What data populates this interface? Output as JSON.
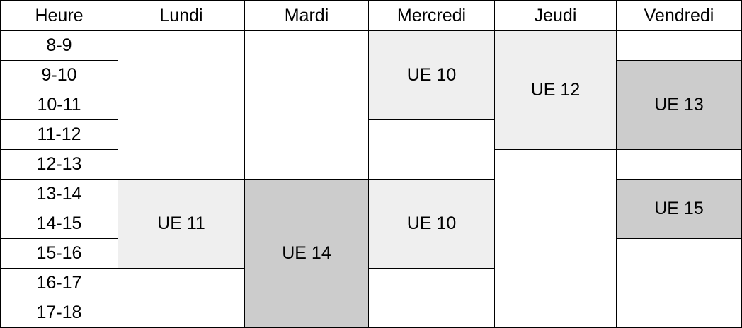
{
  "header": {
    "hour": "Heure",
    "days": [
      "Lundi",
      "Mardi",
      "Mercredi",
      "Jeudi",
      "Vendredi"
    ]
  },
  "hours": [
    "8-9",
    "9-10",
    "10-11",
    "11-12",
    "12-13",
    "13-14",
    "14-15",
    "15-16",
    "16-17",
    "17-18"
  ],
  "courses": {
    "mercredi_matin": "UE 10",
    "jeudi_matin": "UE 12",
    "vendredi_matin": "UE 13",
    "lundi_apres_midi": "UE 11",
    "mardi_apres_midi": "UE 14",
    "mercredi_apres_midi": "UE 10",
    "vendredi_apres_midi": "UE 15"
  },
  "colors": {
    "light_fill": "#efefef",
    "dark_fill": "#cccccc",
    "border": "#000000"
  }
}
